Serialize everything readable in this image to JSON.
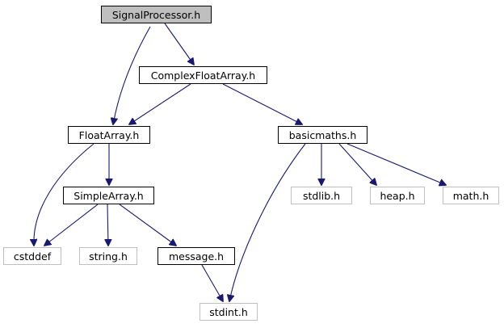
{
  "diagram": {
    "title": "SignalProcessor.h",
    "nodes": {
      "signalprocessor": {
        "label": "SignalProcessor.h",
        "kind": "current"
      },
      "complexfloatarray": {
        "label": "ComplexFloatArray.h",
        "kind": "documented"
      },
      "floatarray": {
        "label": "FloatArray.h",
        "kind": "documented"
      },
      "basicmaths": {
        "label": "basicmaths.h",
        "kind": "documented"
      },
      "simplearray": {
        "label": "SimpleArray.h",
        "kind": "documented"
      },
      "cstddef": {
        "label": "cstddef",
        "kind": "external"
      },
      "string": {
        "label": "string.h",
        "kind": "external"
      },
      "message": {
        "label": "message.h",
        "kind": "documented"
      },
      "stdint": {
        "label": "stdint.h",
        "kind": "external"
      },
      "stdlib": {
        "label": "stdlib.h",
        "kind": "external"
      },
      "heap": {
        "label": "heap.h",
        "kind": "external"
      },
      "math": {
        "label": "math.h",
        "kind": "external"
      }
    },
    "edges": [
      {
        "from": "signalprocessor",
        "to": "floatarray"
      },
      {
        "from": "signalprocessor",
        "to": "complexfloatarray"
      },
      {
        "from": "complexfloatarray",
        "to": "floatarray"
      },
      {
        "from": "complexfloatarray",
        "to": "basicmaths"
      },
      {
        "from": "floatarray",
        "to": "cstddef"
      },
      {
        "from": "floatarray",
        "to": "simplearray"
      },
      {
        "from": "simplearray",
        "to": "cstddef"
      },
      {
        "from": "simplearray",
        "to": "string"
      },
      {
        "from": "simplearray",
        "to": "message"
      },
      {
        "from": "message",
        "to": "stdint"
      },
      {
        "from": "basicmaths",
        "to": "stdint"
      },
      {
        "from": "basicmaths",
        "to": "stdlib"
      },
      {
        "from": "basicmaths",
        "to": "heap"
      },
      {
        "from": "basicmaths",
        "to": "math"
      }
    ],
    "colors": {
      "edge": "#191970",
      "current_fill": "#bfbfbf",
      "documented_border": "#000000",
      "external_border": "#bfbfbf"
    }
  }
}
